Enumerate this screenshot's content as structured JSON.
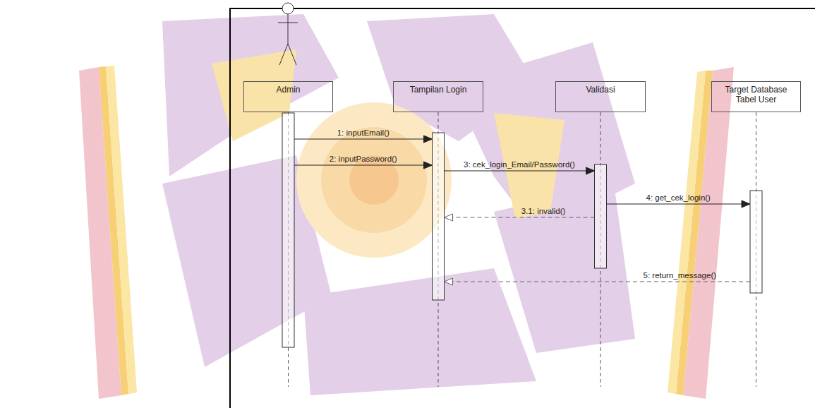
{
  "diagram": {
    "nodes": [
      {
        "text": [
          "Admin"
        ]
      },
      {
        "text": [
          "Tampilan Login"
        ]
      },
      {
        "text": [
          "Validasi"
        ]
      },
      {
        "text": [
          "Target Database Tabel User"
        ]
      }
    ],
    "edges": [
      {
        "from": 0,
        "to": 1,
        "label": "1: inputEmail()",
        "arrow": "to"
      },
      {
        "from": 0,
        "to": 1,
        "label": "2: inputPassword()",
        "arrow": "to"
      },
      {
        "from": 1,
        "to": 2,
        "label": "3: cek_login_Email/Password()",
        "arrow": "to"
      },
      {
        "from": 2,
        "to": 1,
        "label": "3.1: invalid()",
        "arrow": "to"
      },
      {
        "from": 2,
        "to": 3,
        "label": "4: get_cek_login()",
        "arrow": "to"
      },
      {
        "from": 3,
        "to": 1,
        "label": "5: return_message()",
        "arrow": "to"
      }
    ]
  }
}
